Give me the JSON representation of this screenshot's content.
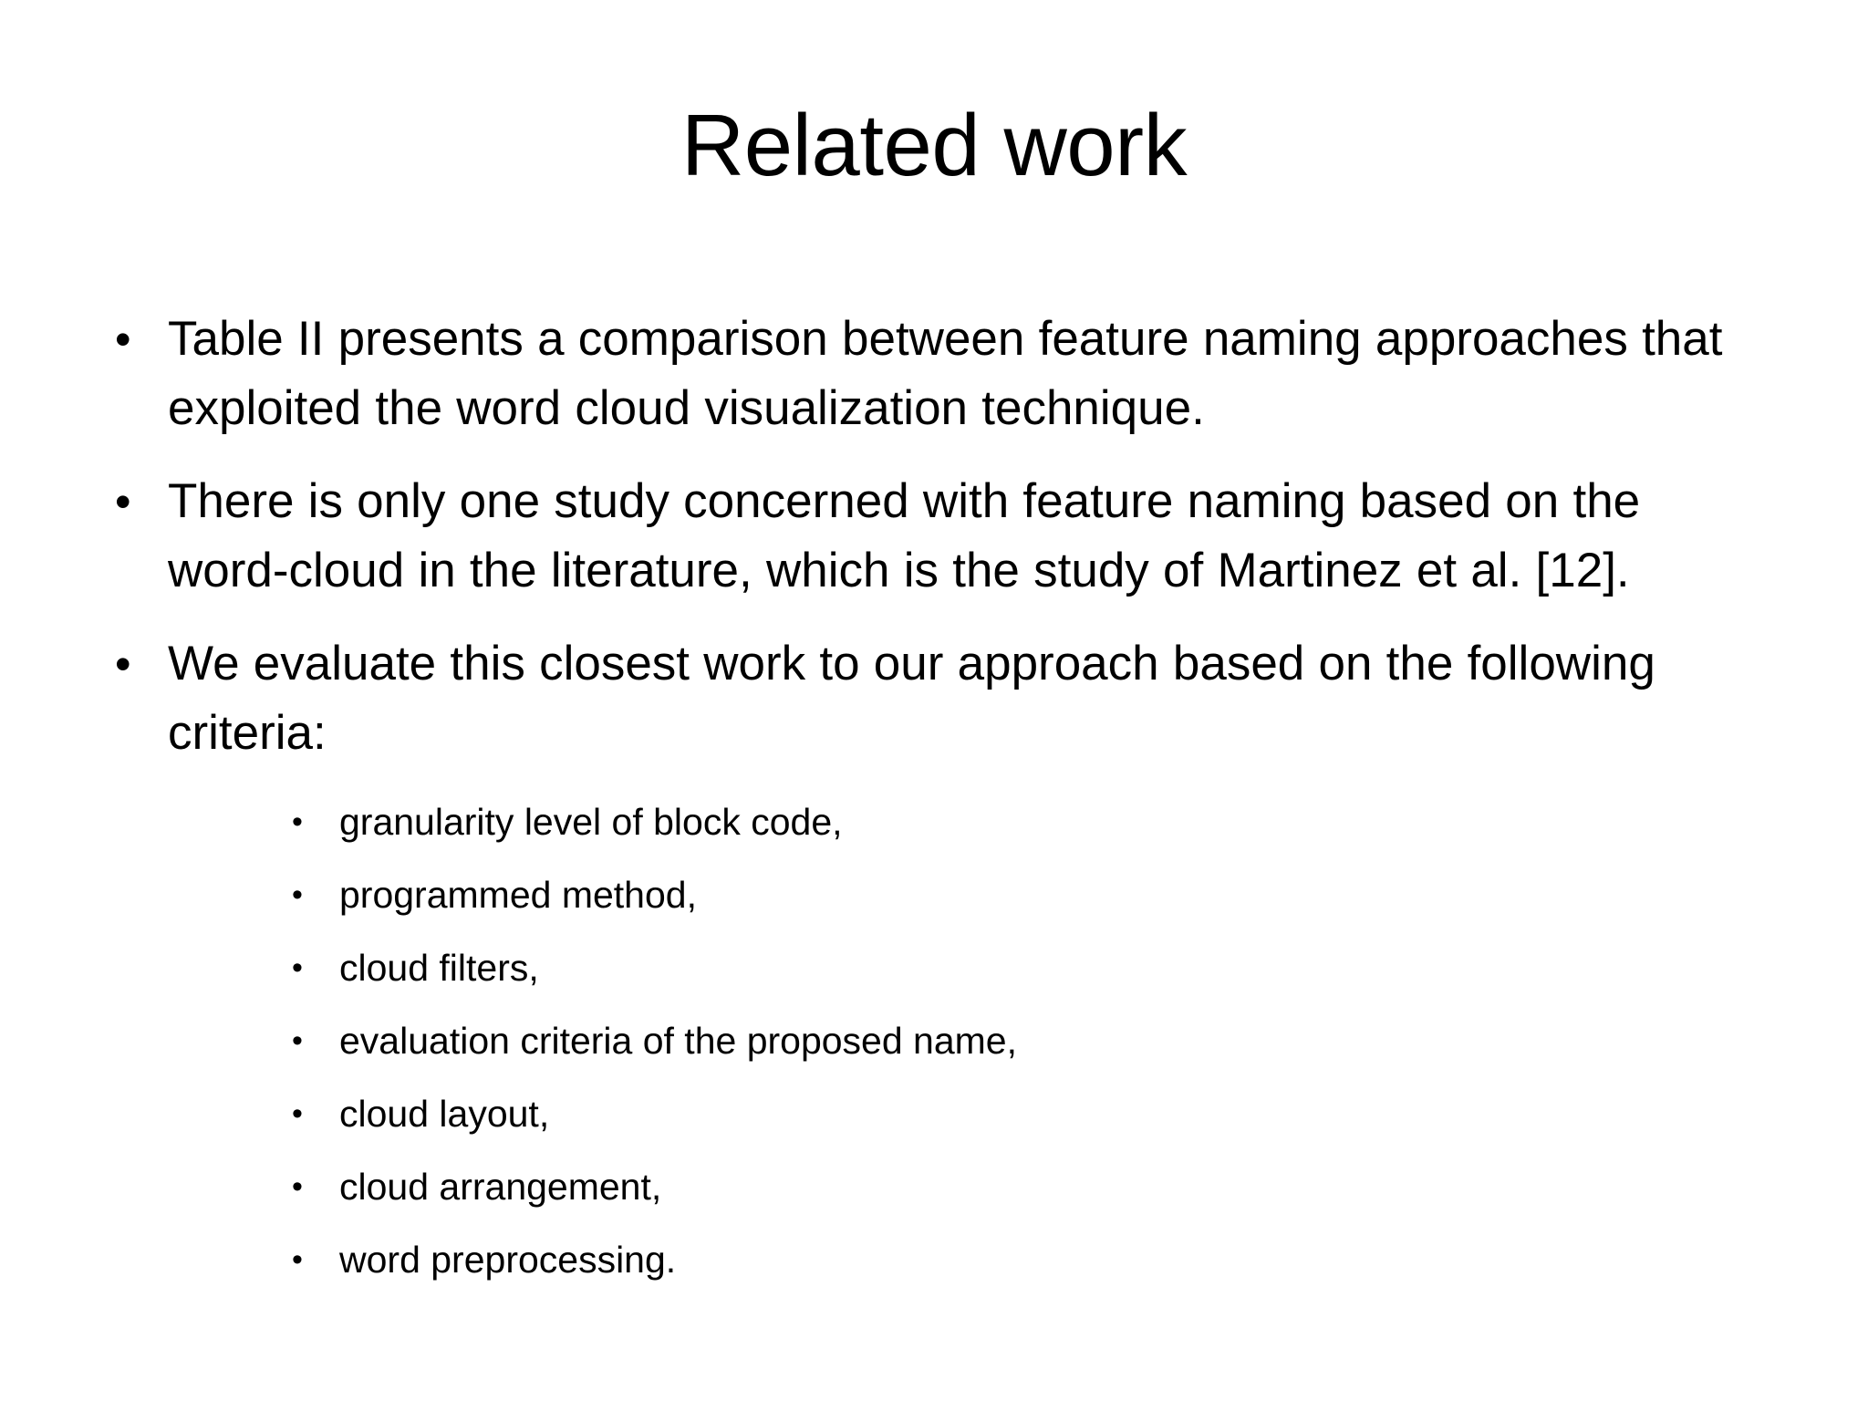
{
  "slide": {
    "title": "Related work",
    "background_color": "#FFFFFF",
    "text_color": "#000000",
    "bullet_glyph_level1": "•",
    "bullet_glyph_level2": "•",
    "bullets": [
      {
        "text": "Table II presents a comparison between feature naming approaches that exploited the word cloud visualization technique."
      },
      {
        "text": "There is only one study concerned with feature naming based on the word-cloud in the literature, which is the study of Martinez et al. [12]."
      },
      {
        "text": "We evaluate this closest work to our approach based on the following criteria:",
        "sub_bullets": [
          {
            "text": "granularity level of block code,"
          },
          {
            "text": "programmed method,"
          },
          {
            "text": "cloud filters,"
          },
          {
            "text": "evaluation criteria of the proposed name,"
          },
          {
            "text": "cloud layout,"
          },
          {
            "text": "cloud arrangement,"
          },
          {
            "text": "word preprocessing."
          }
        ]
      }
    ]
  }
}
